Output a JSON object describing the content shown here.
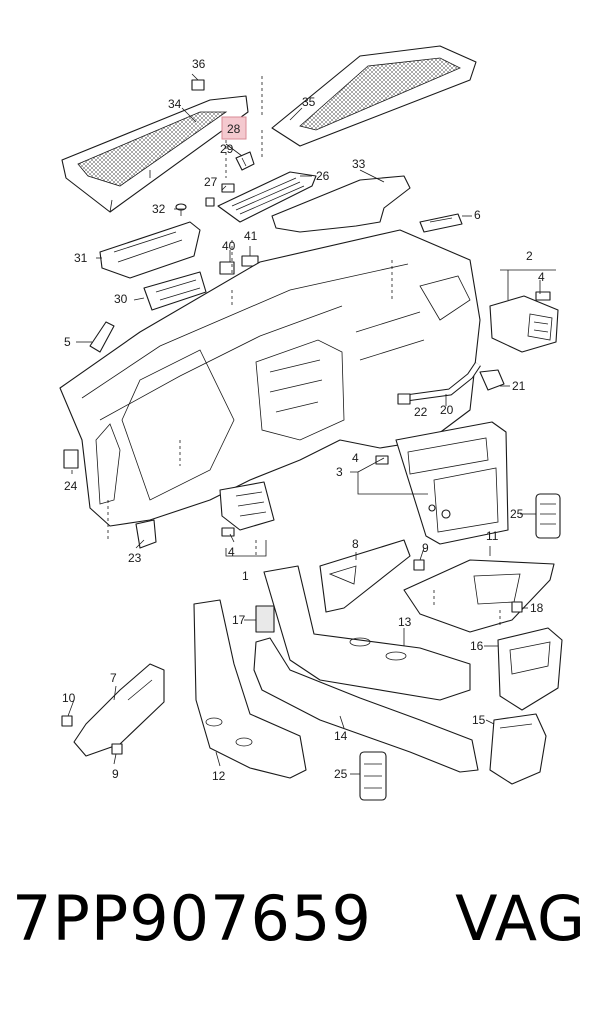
{
  "callouts": {
    "c36": "36",
    "c34": "34",
    "c35": "35",
    "c28": "28",
    "c29": "29",
    "c27": "27",
    "c26": "26",
    "c33": "33",
    "c32": "32",
    "c6": "6",
    "c31": "31",
    "c40": "40",
    "c41": "41",
    "c2": "2",
    "c4a": "4",
    "c30": "30",
    "c5": "5",
    "c21": "21",
    "c22": "22",
    "c20": "20",
    "c3": "3",
    "c4b": "4",
    "c24": "24",
    "c25a": "25",
    "c4c": "4",
    "c23": "23",
    "c1": "1",
    "c8": "8",
    "c9a": "9",
    "c11": "11",
    "c17": "17",
    "c18": "18",
    "c13": "13",
    "c16": "16",
    "c7": "7",
    "c10": "10",
    "c9b": "9",
    "c14": "14",
    "c15": "15",
    "c12": "12",
    "c25b": "25"
  },
  "highlight": {
    "callout": "28",
    "color": "#f4c9cf",
    "border": "#d98a96"
  },
  "footer": {
    "part_number": "7PP907659",
    "brand": "VAG"
  }
}
